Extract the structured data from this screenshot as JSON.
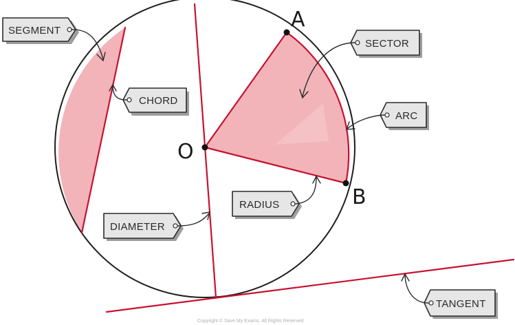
{
  "labels": {
    "segment": "SEGMENT",
    "chord": "CHORD",
    "sector": "SECTOR",
    "arc": "ARC",
    "radius": "RADIUS",
    "diameter": "DIAMETER",
    "tangent": "TANGENT"
  },
  "points": {
    "a": "A",
    "b": "B",
    "o": "O"
  },
  "footer": {
    "copyright": "Copyright © Save My Exams. All Rights Reserved"
  },
  "colors": {
    "red": "#c8102e",
    "shade": "#f2b4b9",
    "tag": "#e6e6e6"
  }
}
